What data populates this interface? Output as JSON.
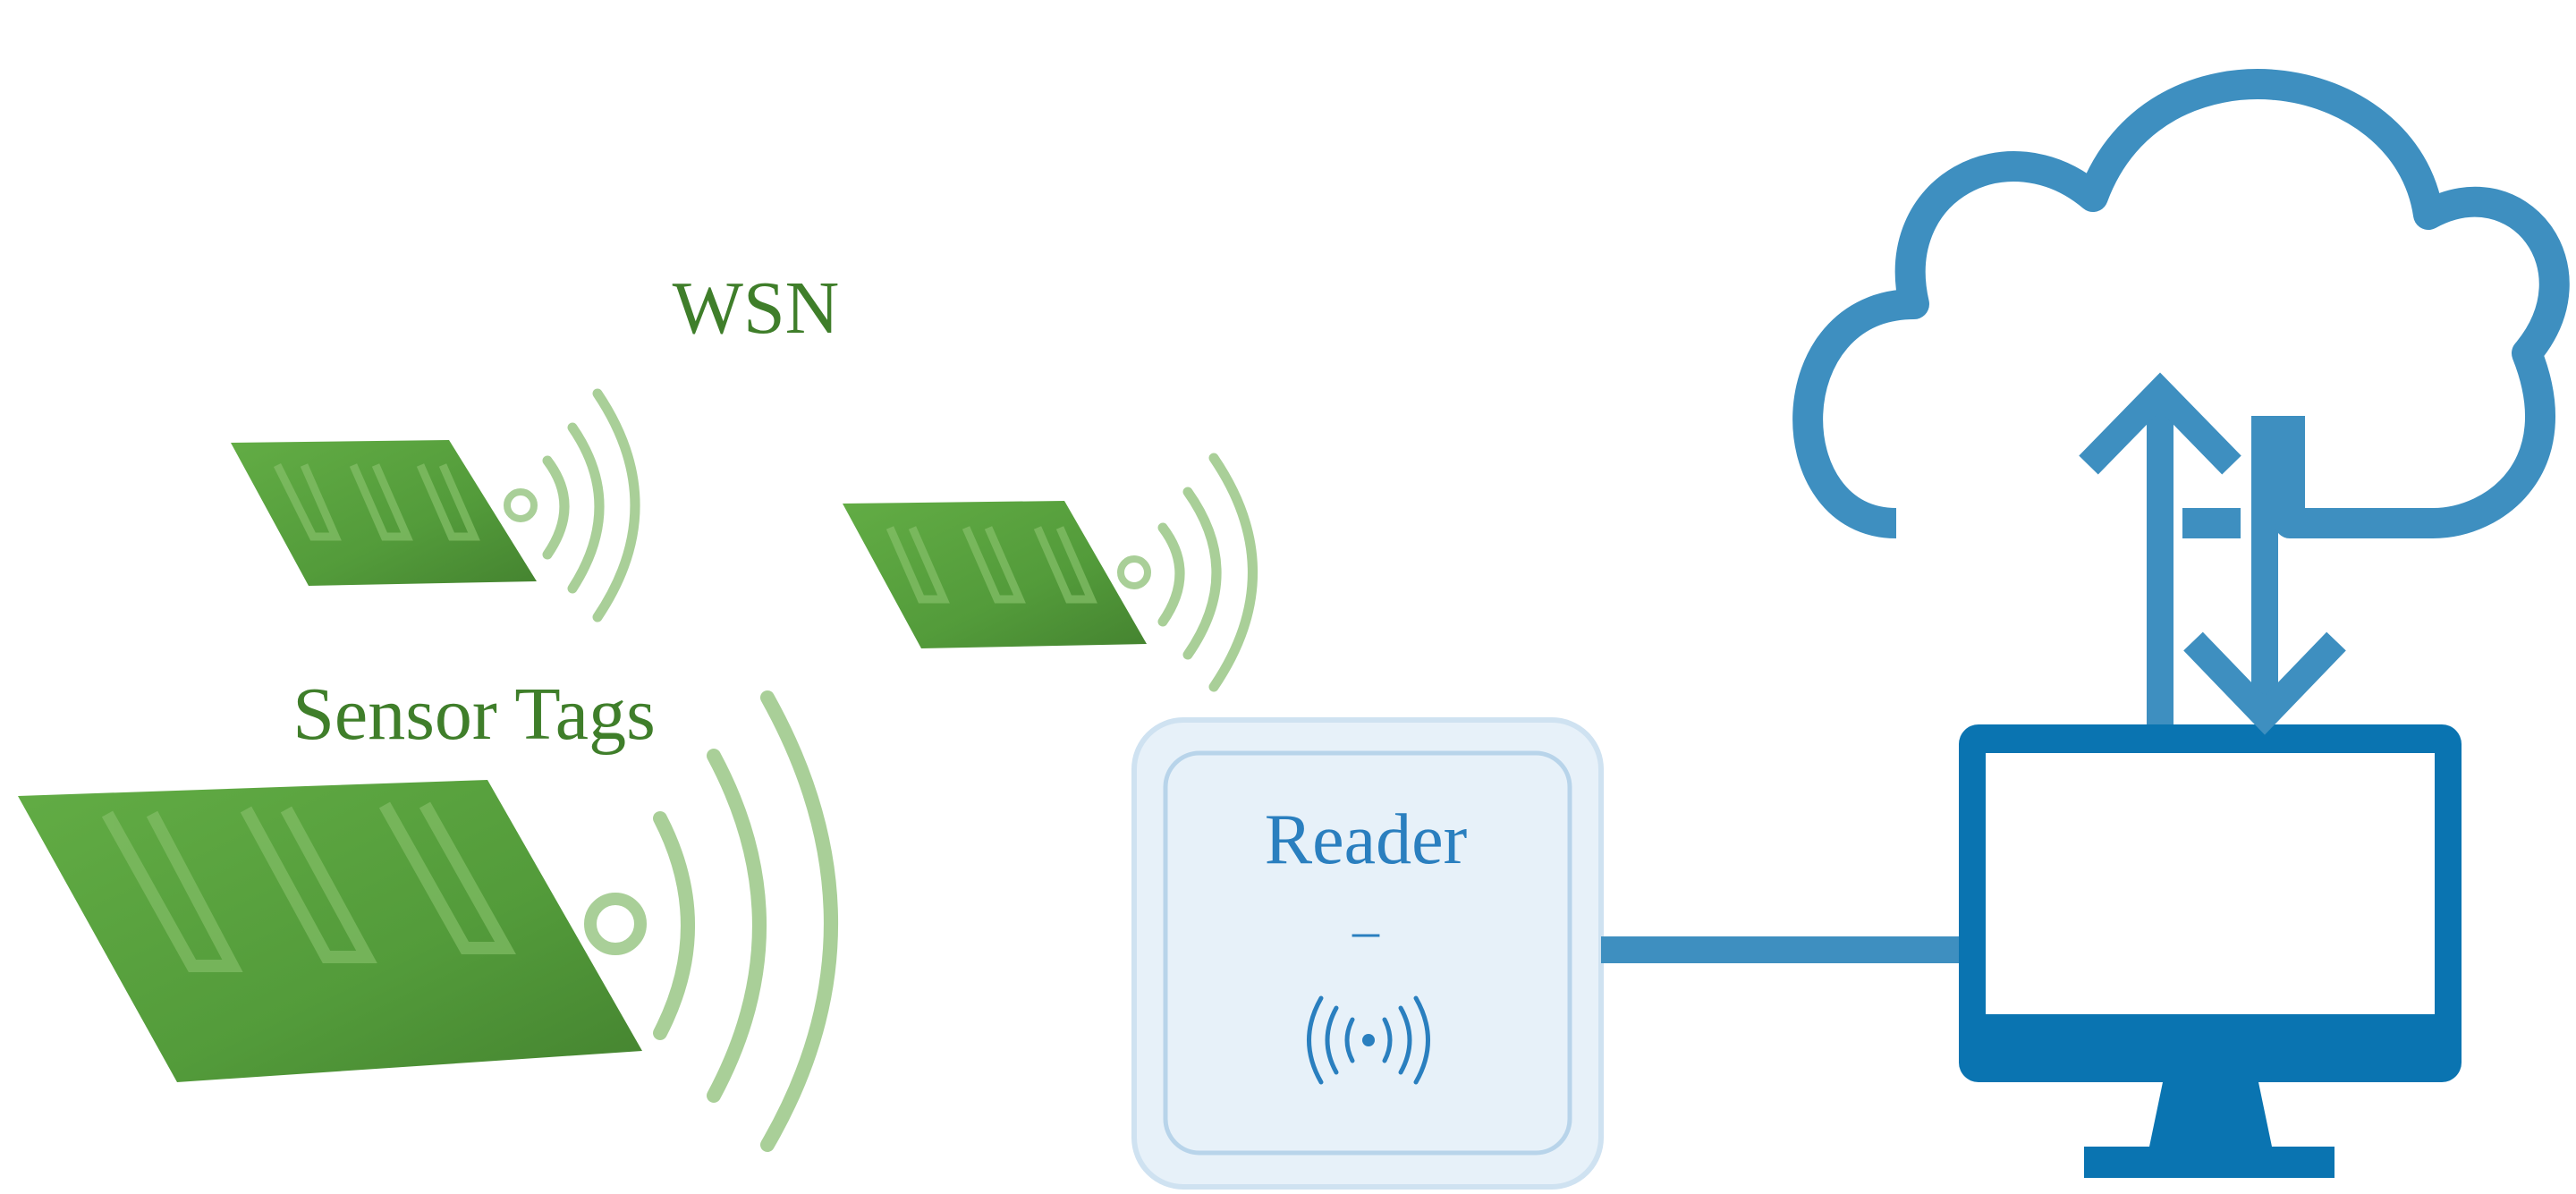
{
  "labels": {
    "wsn": "WSN",
    "sensor_tags": "Sensor Tags",
    "reader": "Reader",
    "reader_dash": "–"
  },
  "colors": {
    "tag_green": "#4f9a33",
    "tag_green_dark": "#3d7f26",
    "wave_green": "#a9cf98",
    "label_green": "#3f7e2a",
    "cloud_blue": "#3e8fc0",
    "monitor_blue": "#0a74b1",
    "reader_fill": "#e7f1f9",
    "reader_stroke": "#b8d4ea",
    "reader_text": "#2a7fbf"
  },
  "icons": {
    "tags": "pcb-sensor-tag-icon",
    "waves": "wireless-signal-icon",
    "reader": "rfid-reader-icon",
    "cloud": "cloud-icon",
    "monitor": "computer-monitor-icon",
    "arrows": "upload-download-arrows-icon"
  }
}
